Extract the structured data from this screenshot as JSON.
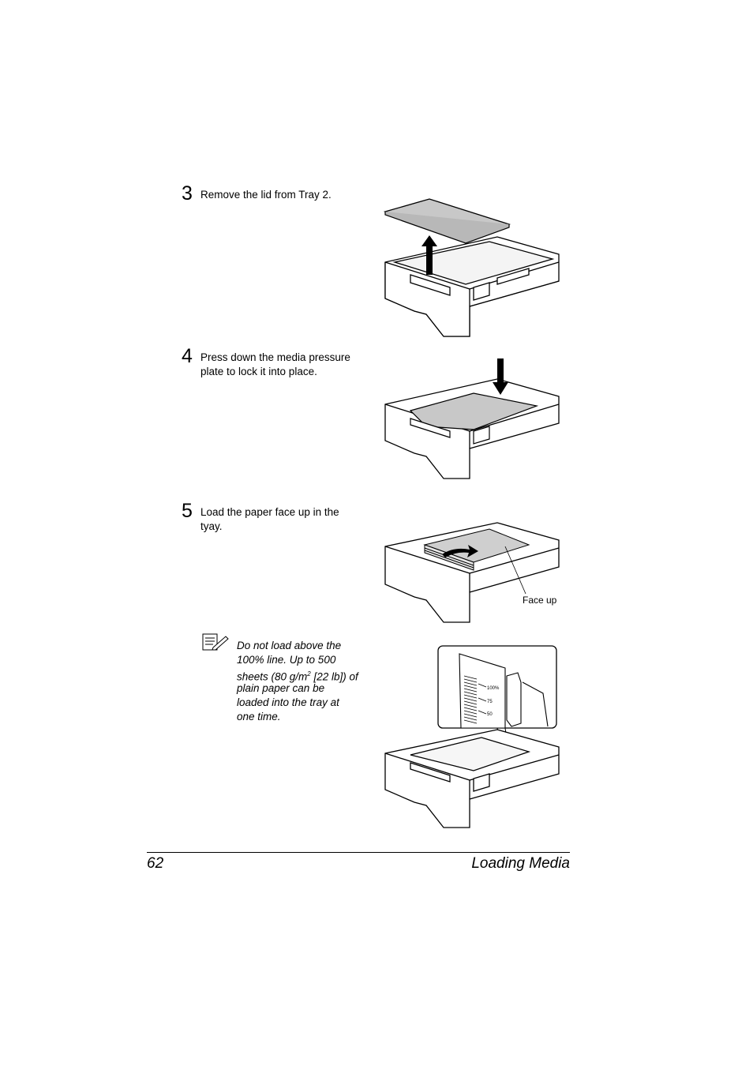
{
  "steps": [
    {
      "number": "3",
      "text": "Remove the lid from Tray 2."
    },
    {
      "number": "4",
      "text_line1": "Press down the media pressure",
      "text_line2": "plate to lock it into place."
    },
    {
      "number": "5",
      "text_line1": "Load the paper face up in the",
      "text_line2": "tyay."
    }
  ],
  "figure_labels": {
    "face_up": "Face up",
    "gauge_100": "100%",
    "gauge_75": "75",
    "gauge_50": "50"
  },
  "note": {
    "icon": "note-pencil-icon",
    "line1": "Do not load above the",
    "line2": "100% line. Up to 500",
    "line3_pre": "sheets (80 g/m",
    "line3_sup": "2",
    "line3_post": " [22 lb]) of",
    "line4": "plain paper can be",
    "line5": "loaded into the tray at",
    "line6": "one time."
  },
  "footer": {
    "page_number": "62",
    "section_title": "Loading Media"
  },
  "colors": {
    "lid_gray": "#c8c8c8",
    "paper_gray": "#cfcfcf",
    "line": "#000000"
  }
}
